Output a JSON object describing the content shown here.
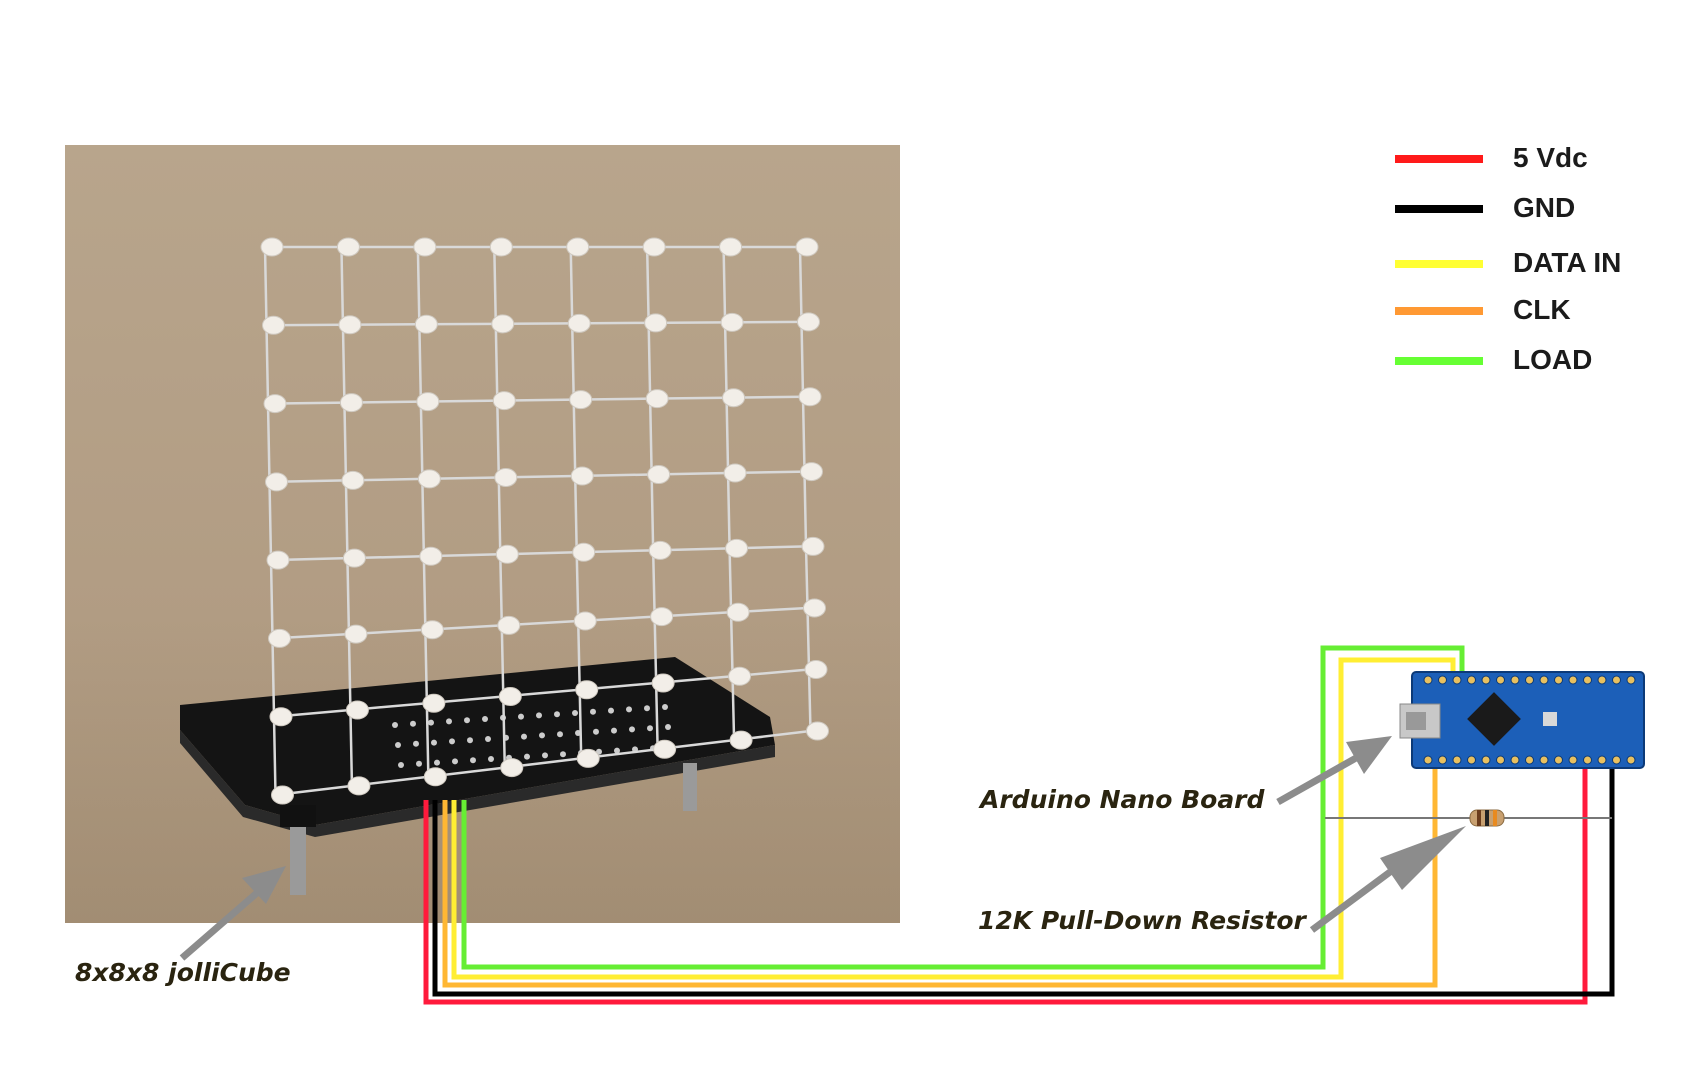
{
  "legend": [
    {
      "label": "5 Vdc",
      "color": "#ff1a1a"
    },
    {
      "label": "GND",
      "color": "#000000"
    },
    {
      "label": "DATA IN",
      "color": "#ffff33"
    },
    {
      "label": "CLK",
      "color": "#ff9933"
    },
    {
      "label": "LOAD",
      "color": "#66ff33"
    }
  ],
  "callouts": {
    "cube": "8x8x8 jolliCube",
    "nano": "Arduino Nano Board",
    "resistor": "12K Pull-Down Resistor"
  },
  "icons": {
    "cube": "led-cube-photo",
    "nano": "arduino-nano-board",
    "resistor": "resistor-icon",
    "arrow": "gray-pointer-arrow"
  }
}
